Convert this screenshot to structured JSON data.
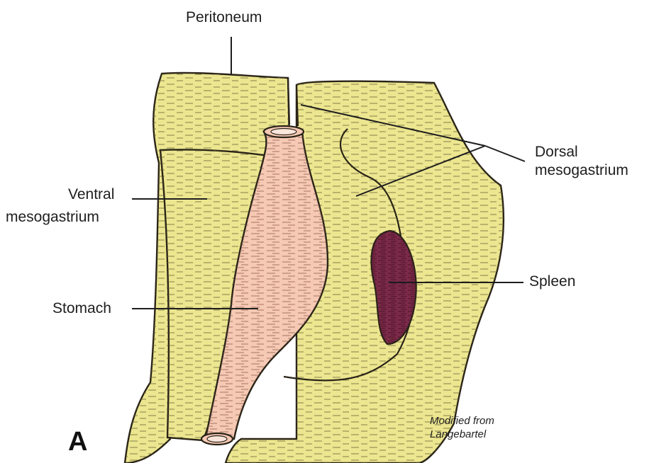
{
  "labels": {
    "peritoneum": "Peritoneum",
    "dorsal_line1": "Dorsal",
    "dorsal_line2": "mesogastrium",
    "ventral_line1": "Ventral",
    "ventral_line2": "mesogastrium",
    "stomach": "Stomach",
    "spleen": "Spleen"
  },
  "credit": {
    "line1": "Modified from",
    "line2": "Langebartel"
  },
  "panel_letter": "A",
  "colors": {
    "mesentery_fill": "#ece690",
    "stomach_fill": "#f6c9b4",
    "spleen_fill": "#7b2a48",
    "outline": "#2a2418",
    "hatch": "#5c5433"
  }
}
